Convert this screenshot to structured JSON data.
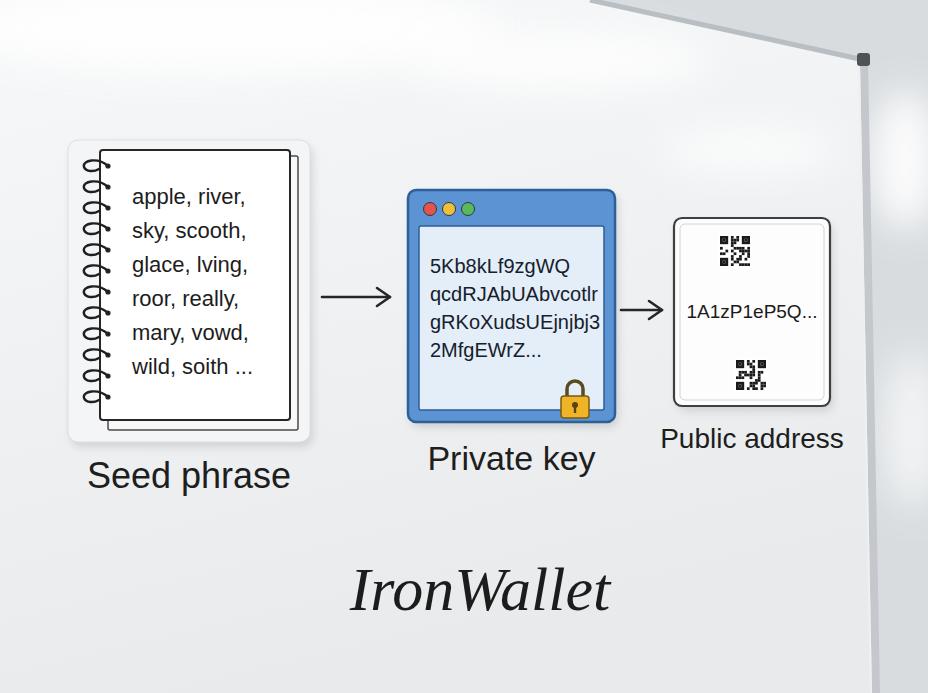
{
  "diagram": {
    "title": "IronWallet",
    "nodes": [
      {
        "text": [
          "apple, river, sky, scooth, glace, lving, roor, really, mary, vowd, wild, soith ...",
          "Seed phrase"
        ]
      },
      {
        "text": [
          "5Kb8kLf9zgWQ qcdRJAbUAbvcotlr gRKoXudsUEjnjbj3 2MfgEWrZ...",
          "Private key"
        ]
      },
      {
        "text": [
          "1A1zP1eP5Q...",
          "Public address"
        ]
      }
    ],
    "edges": [
      {
        "from": 0,
        "to": 1,
        "arrow": "to"
      },
      {
        "from": 1,
        "to": 2,
        "arrow": "to"
      }
    ]
  }
}
